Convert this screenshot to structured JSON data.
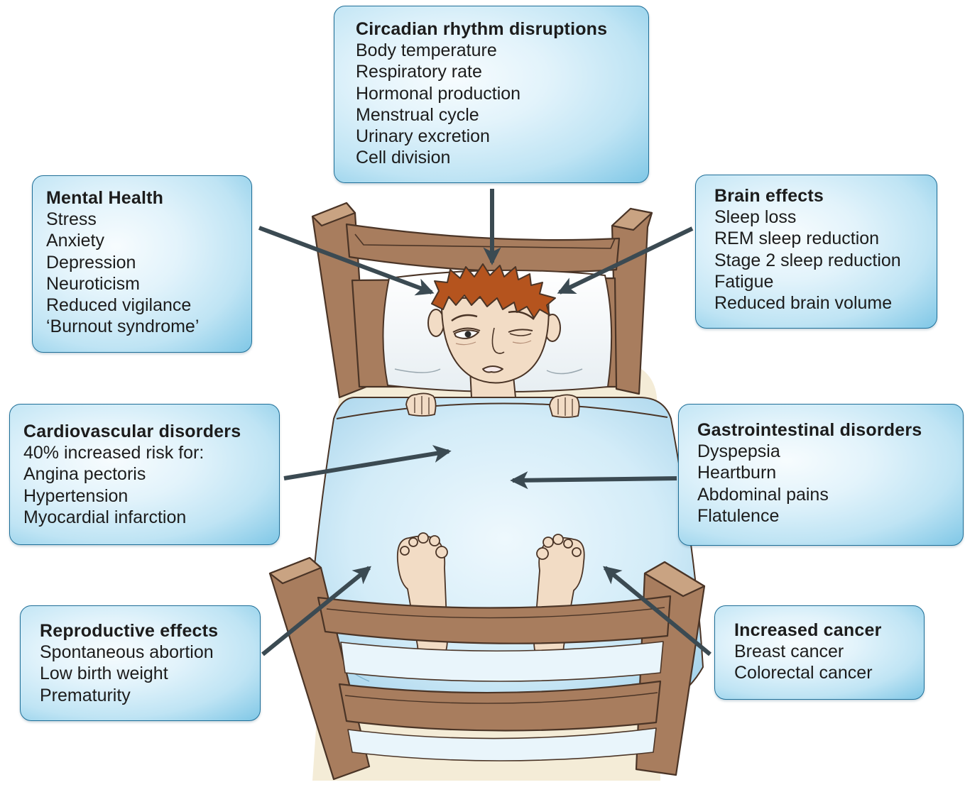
{
  "boxes": {
    "circadian": {
      "title": "Circadian rhythm disruptions",
      "items": [
        "Body temperature",
        "Respiratory rate",
        "Hormonal production",
        "Menstrual cycle",
        "Urinary excretion",
        "Cell division"
      ]
    },
    "mental_health": {
      "title": "Mental Health",
      "items": [
        "Stress",
        "Anxiety",
        "Depression",
        "Neuroticism",
        "Reduced vigilance",
        "‘Burnout syndrome’"
      ]
    },
    "brain": {
      "title": "Brain effects",
      "items": [
        "Sleep loss",
        "REM sleep reduction",
        "Stage 2 sleep reduction",
        "Fatigue",
        "Reduced brain volume"
      ]
    },
    "cardiovascular": {
      "title": "Cardiovascular disorders",
      "items": [
        "40% increased risk for:",
        "Angina pectoris",
        "Hypertension",
        "Myocardial infarction"
      ]
    },
    "gastrointestinal": {
      "title": "Gastrointestinal disorders",
      "items": [
        "Dyspepsia",
        "Heartburn",
        "Abdominal pains",
        "Flatulence"
      ]
    },
    "reproductive": {
      "title": "Reproductive effects",
      "items": [
        "Spontaneous abortion",
        "Low birth weight",
        "Prematurity"
      ]
    },
    "cancer": {
      "title": "Increased cancer",
      "items": [
        "Breast cancer",
        "Colorectal cancer"
      ]
    }
  },
  "colors": {
    "box_border": "#1f6f98",
    "box_fill_center": "#f2fafd",
    "box_fill_edge": "#7fc7e6",
    "arrow": "#3b4a52",
    "wood": "#a87d5e",
    "wood_light": "#c9a382",
    "wood_outline": "#4a3426",
    "blanket": "#c9e6f5",
    "blanket_highlight": "#eef8fd",
    "skin": "#f2dcc5",
    "hair": "#b5541e"
  },
  "icons": {
    "figure": "sleepless-person-in-bed-illustration",
    "arrows": "arrow-icon"
  }
}
